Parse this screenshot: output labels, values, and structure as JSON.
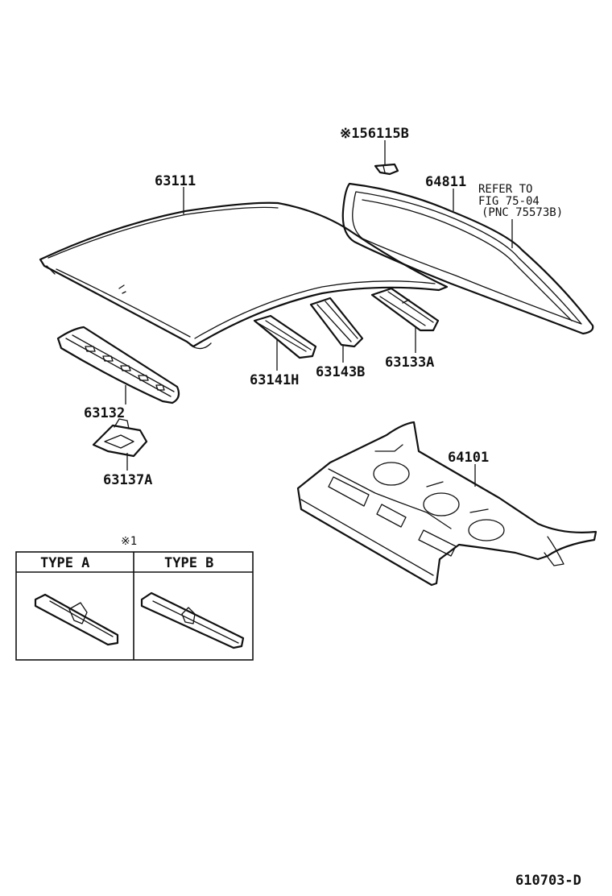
{
  "parts": {
    "roof_panel": "63111",
    "clip": "※156115B",
    "back_window_weatherstrip": "64811",
    "refer_line1": "REFER TO",
    "refer_line2": "FIG 75-04",
    "refer_line3": "(PNC 75573B)",
    "roof_bow_1": "63141H",
    "roof_bow_2": "63143B",
    "roof_bow_3": "63133A",
    "front_header": "63132",
    "bracket": "63137A",
    "rear_floor": "64101"
  },
  "legend": {
    "note_marker": "※1",
    "type_a": "TYPE A",
    "type_b": "TYPE B"
  },
  "figure_code": "610703-D"
}
